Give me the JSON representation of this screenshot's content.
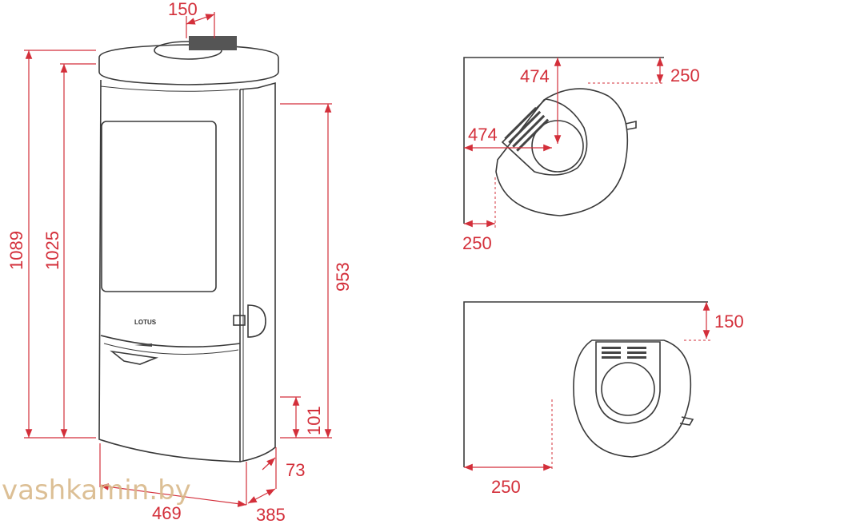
{
  "front_view": {
    "brand_logo": "LOTUS",
    "dims": {
      "total_height": "1089",
      "flue_height": "1025",
      "side_height": "953",
      "base_height": "101",
      "base_offset": "73",
      "width": "469",
      "depth": "385",
      "flue_diameter": "150"
    }
  },
  "top_view_corner": {
    "dims": {
      "flue_to_wall_y": "474",
      "flue_to_wall_x": "474",
      "clearance_back": "250",
      "clearance_side": "250"
    }
  },
  "top_view_wall": {
    "dims": {
      "clearance_back": "150",
      "clearance_side": "250"
    }
  },
  "watermark": "vashkamin.by",
  "colors": {
    "dimension": "#d32f3a",
    "outline": "#3a3a3a",
    "watermark": "#d9b98a"
  }
}
